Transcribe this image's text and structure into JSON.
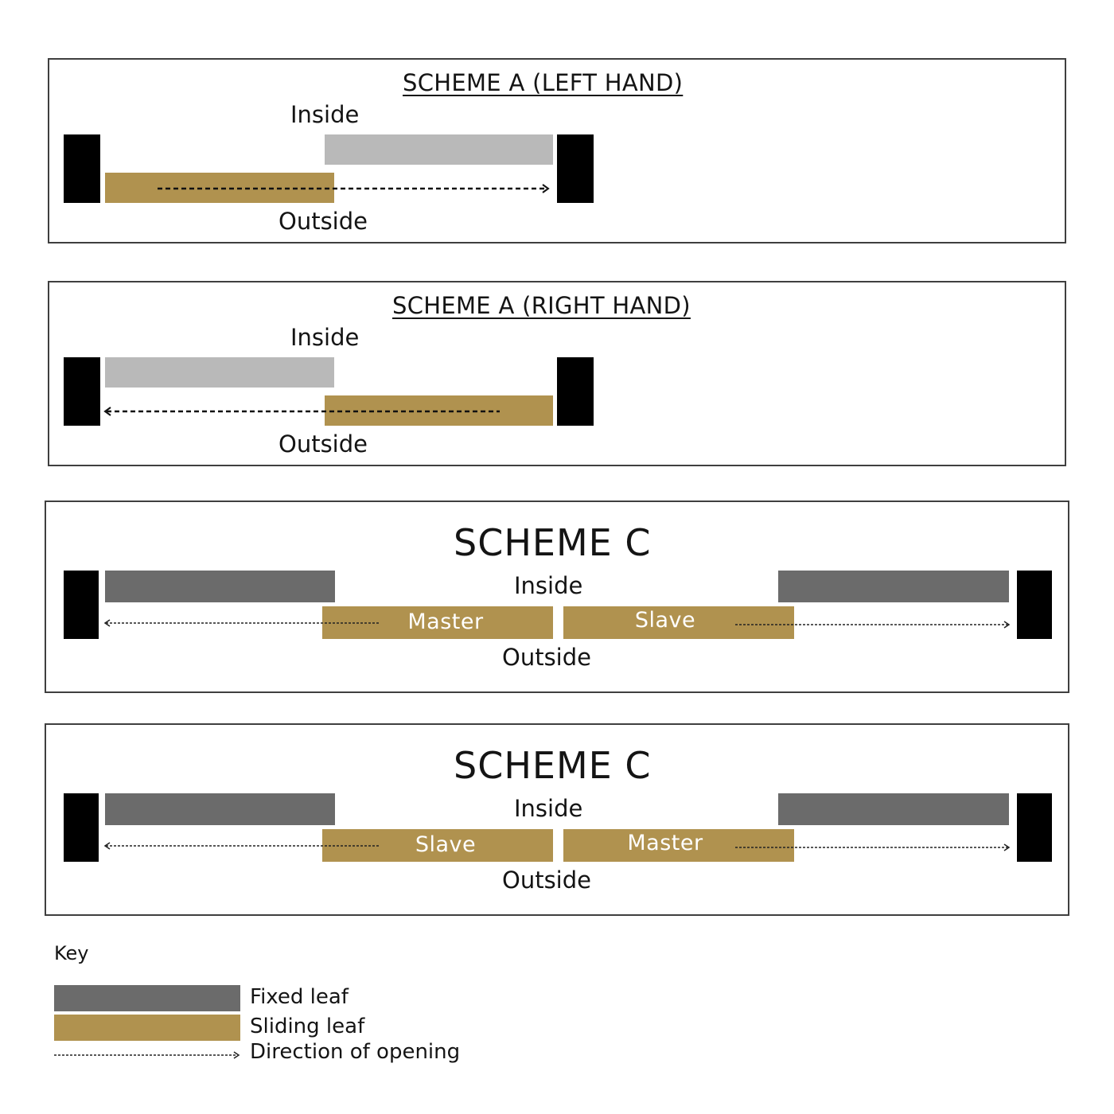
{
  "colors": {
    "post": "#000000",
    "inactive_leaf": "#b9b9b9",
    "fixed_leaf": "#6b6b6b",
    "sliding_leaf": "#b0924f",
    "border": "#3f3f3f"
  },
  "schemes": [
    {
      "title": "SCHEME A (LEFT HAND)",
      "inside": "Inside",
      "outside": "Outside"
    },
    {
      "title": "SCHEME A (RIGHT HAND)",
      "inside": "Inside",
      "outside": "Outside"
    },
    {
      "title": "SCHEME C",
      "inside": "Inside",
      "outside": "Outside",
      "left_leaf": "Master",
      "right_leaf": "Slave"
    },
    {
      "title": "SCHEME C",
      "inside": "Inside",
      "outside": "Outside",
      "left_leaf": "Slave",
      "right_leaf": "Master"
    }
  ],
  "key": {
    "title": "Key",
    "items": [
      {
        "label": "Fixed leaf",
        "swatch": "fixed-leaf"
      },
      {
        "label": "Sliding leaf",
        "swatch": "sliding-leaf"
      },
      {
        "label": "Direction of opening",
        "swatch": "dashed-arrow"
      }
    ]
  }
}
